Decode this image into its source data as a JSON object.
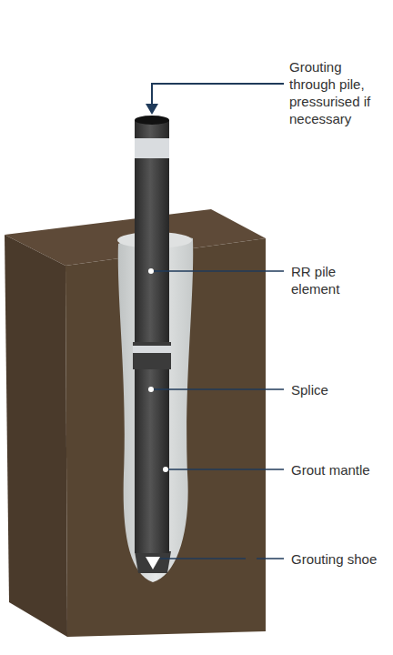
{
  "diagram": {
    "labels": [
      "Grouting through pile, pressurised if necessary",
      "RR pile element",
      "Splice",
      "Grout mantle",
      "Grouting shoe"
    ]
  }
}
